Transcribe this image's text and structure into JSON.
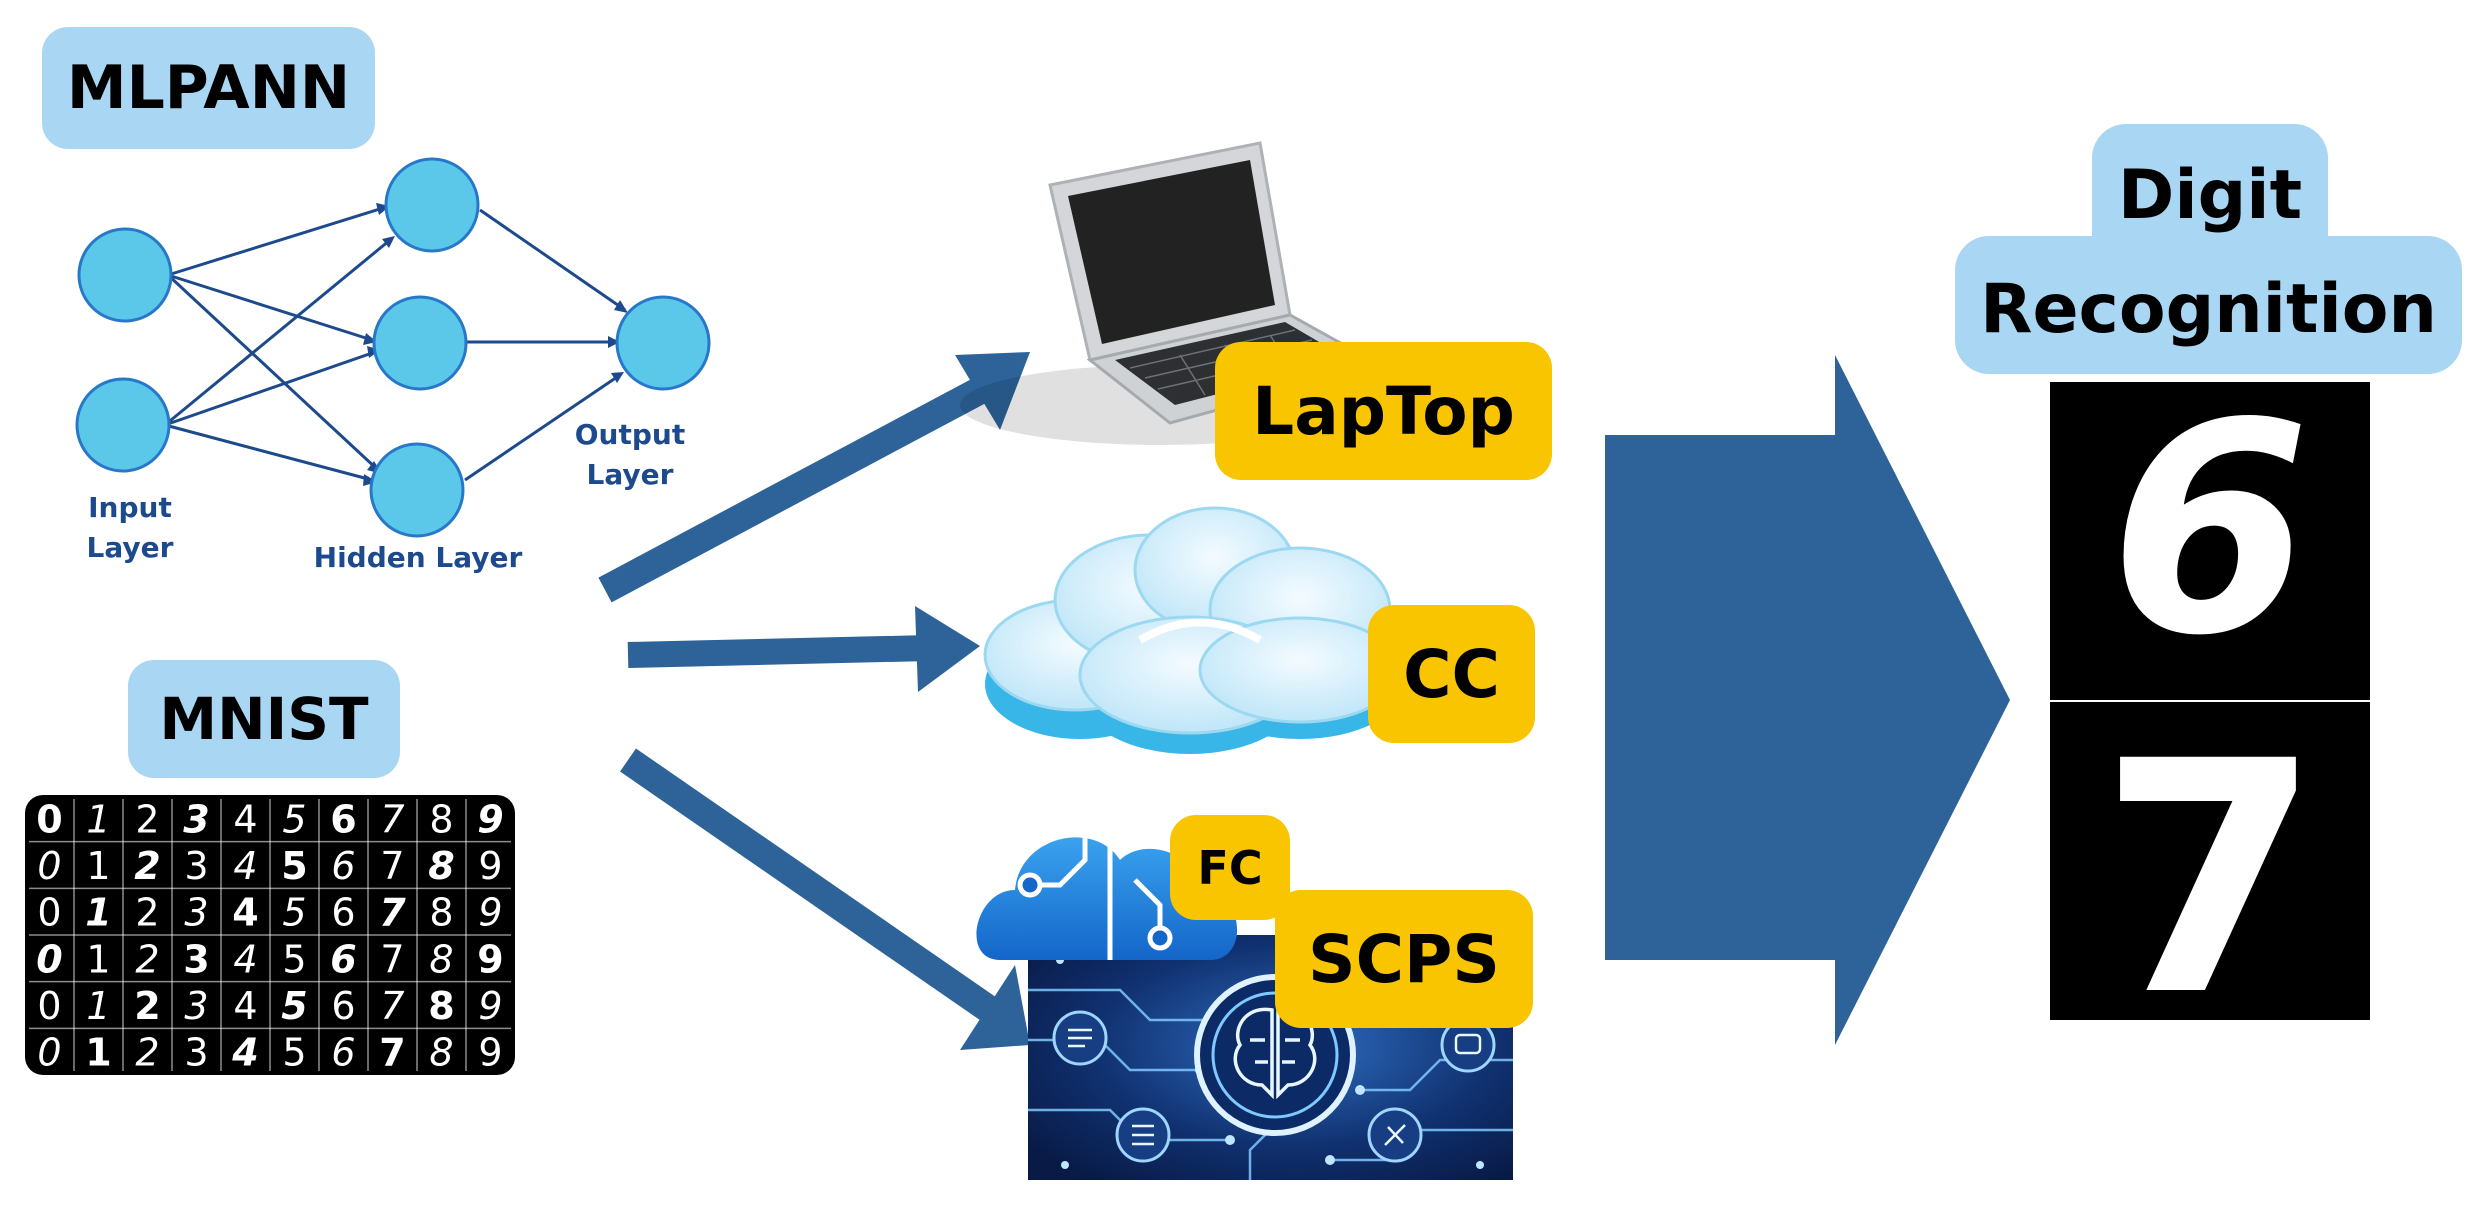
{
  "mlpann": {
    "title": "MLPANN",
    "input_label": "Input Layer",
    "hidden_label": "Hidden Layer",
    "output_label": "Output Layer"
  },
  "mnist": {
    "title": "MNIST",
    "digit_rows": [
      [
        "0",
        "1",
        "2",
        "3",
        "4",
        "5",
        "6",
        "7",
        "8",
        "9"
      ],
      [
        "0",
        "1",
        "2",
        "3",
        "4",
        "5",
        "6",
        "7",
        "8",
        "9"
      ],
      [
        "0",
        "1",
        "2",
        "3",
        "4",
        "5",
        "6",
        "7",
        "8",
        "9"
      ],
      [
        "0",
        "1",
        "2",
        "3",
        "4",
        "5",
        "6",
        "7",
        "8",
        "9"
      ],
      [
        "0",
        "1",
        "2",
        "3",
        "4",
        "5",
        "6",
        "7",
        "8",
        "9"
      ],
      [
        "0",
        "1",
        "2",
        "3",
        "4",
        "5",
        "6",
        "7",
        "8",
        "9"
      ]
    ]
  },
  "targets": {
    "laptop": "LapTop",
    "cc": "CC",
    "fc": "FC",
    "scps": "SCPS"
  },
  "result": {
    "title_line1": "Digit",
    "title_line2": "Recognition",
    "digits": [
      "6",
      "7"
    ]
  },
  "colors": {
    "label_blue": "#a9d6f3",
    "label_yellow": "#f9c400",
    "arrow_blue": "#2d6399",
    "node_fill": "#5bc8ea",
    "node_stroke": "#2778c9",
    "nn_text": "#1d4a8c"
  }
}
